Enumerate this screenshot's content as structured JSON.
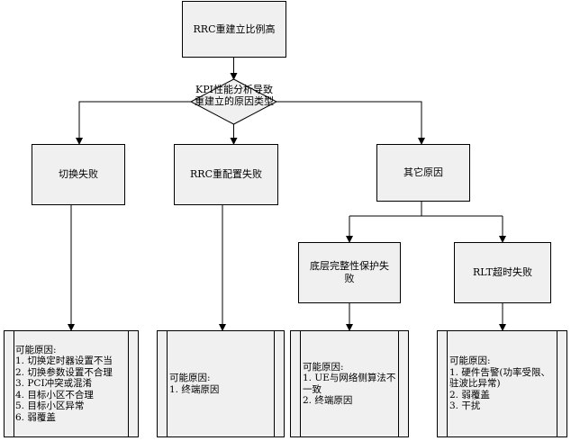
{
  "root": {
    "label": "RRC重建立比例高"
  },
  "decision": {
    "label": "KPI性能分析导致重建立的原因类型"
  },
  "categories": [
    {
      "label": "切换失败"
    },
    {
      "label": "RRC重配置失败"
    },
    {
      "label": "其它原因"
    }
  ],
  "sub_categories": [
    {
      "label": "底层完整性保护失败"
    },
    {
      "label": "RLT超时失败"
    }
  ],
  "cause_boxes": [
    {
      "title": "可能原因:",
      "items": [
        "1. 切换定时器设置不当",
        "2. 切换参数设置不合理",
        "3. PCI冲突或混淆",
        "4. 目标小区不合理",
        "5. 目标小区异常",
        "6. 弱覆盖"
      ]
    },
    {
      "title": "可能原因:",
      "items": [
        "1. 终端原因"
      ]
    },
    {
      "title": "可能原因:",
      "items": [
        "1. UE与网络侧算法不一致",
        "2. 终端原因"
      ]
    },
    {
      "title": "可能原因:",
      "items": [
        "1. 硬件告警(功率受限、驻波比异常)",
        "2. 弱覆盖",
        "3. 干扰"
      ]
    }
  ]
}
